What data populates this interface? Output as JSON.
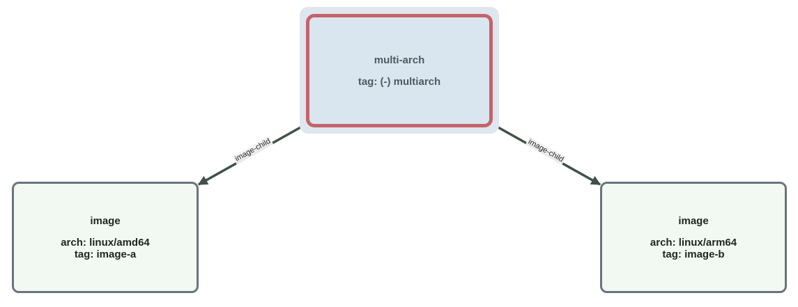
{
  "diagram": {
    "root": {
      "title": "multi-arch",
      "tag_line": "tag: (-) multiarch"
    },
    "children": [
      {
        "title": "image",
        "arch_line": "arch: linux/amd64",
        "tag_line": "tag: image-a"
      },
      {
        "title": "image",
        "arch_line": "arch: linux/arm64",
        "tag_line": "tag: image-b"
      }
    ],
    "edges": [
      {
        "label": "image-child"
      },
      {
        "label": "image-child"
      }
    ],
    "colors": {
      "root_fill": "#dae6ef",
      "root_border": "#c5636a",
      "child_fill": "#f2f9f2",
      "child_border": "#6b7280",
      "edge": "#3f5247"
    }
  }
}
